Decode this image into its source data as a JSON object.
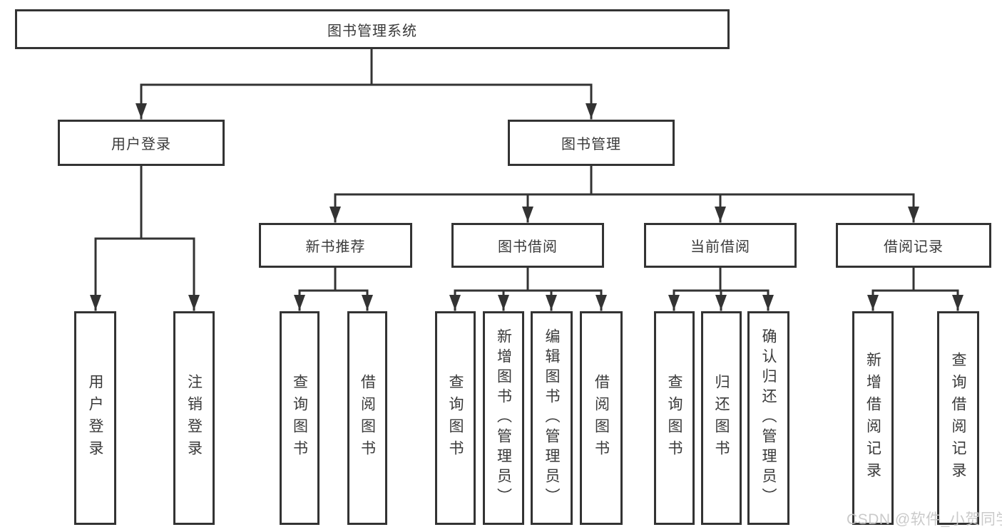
{
  "tree": {
    "label": "图书管理系统",
    "children": [
      {
        "label": "用户登录",
        "children": [
          {
            "label": "用户登录"
          },
          {
            "label": "注销登录"
          }
        ]
      },
      {
        "label": "图书管理",
        "children": [
          {
            "label": "新书推荐",
            "children": [
              {
                "label": "查询图书"
              },
              {
                "label": "借阅图书"
              }
            ]
          },
          {
            "label": "图书借阅",
            "children": [
              {
                "label": "查询图书"
              },
              {
                "label": "新增图书（管理员）"
              },
              {
                "label": "编辑图书（管理员）"
              },
              {
                "label": "借阅图书"
              }
            ]
          },
          {
            "label": "当前借阅",
            "children": [
              {
                "label": "查询图书"
              },
              {
                "label": "归还图书"
              },
              {
                "label": "确认归还（管理员）"
              }
            ]
          },
          {
            "label": "借阅记录",
            "children": [
              {
                "label": "新增借阅记录"
              },
              {
                "label": "查询借阅记录"
              }
            ]
          }
        ]
      }
    ]
  },
  "watermark": {
    "text": "CSDN @软件_小贺同学"
  },
  "colors": {
    "line": "#333333",
    "text": "#3a3a3a",
    "background": "#ffffff",
    "watermark": "#c6c6c6"
  }
}
